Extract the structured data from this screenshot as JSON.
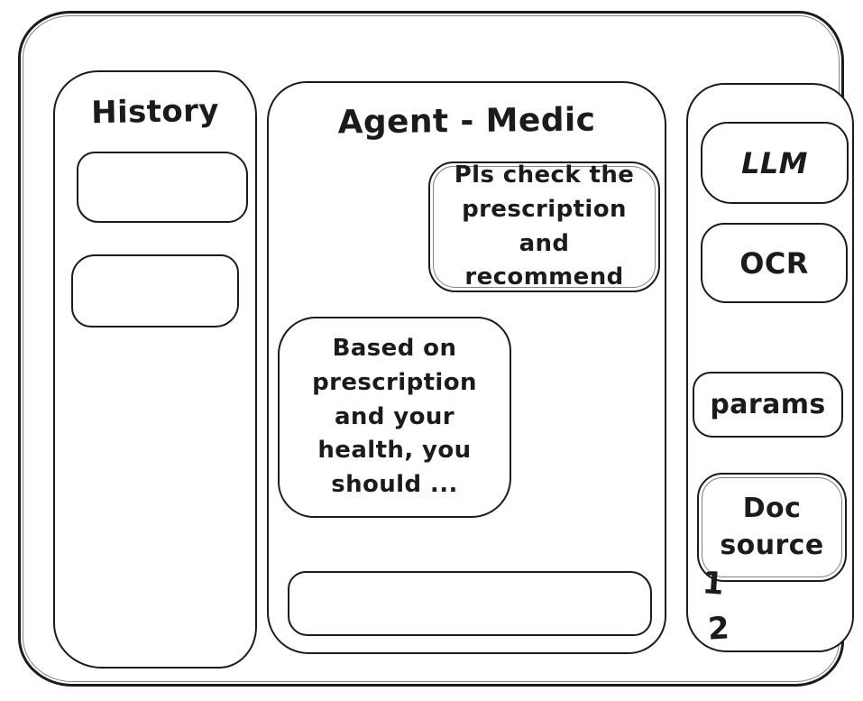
{
  "colors": {
    "ink": "#1b1b1b",
    "background": "#ffffff"
  },
  "history": {
    "title": "History",
    "items": [
      {
        "label": ""
      },
      {
        "label": ""
      }
    ]
  },
  "chat": {
    "title": "Agent - Medic",
    "messages": [
      {
        "role": "user",
        "text": "Pls check the prescription and recommend"
      },
      {
        "role": "agent",
        "text": "Based on prescription and your health, you should ..."
      }
    ],
    "input": {
      "value": "",
      "placeholder": ""
    }
  },
  "tools": {
    "llm_label": "LLM",
    "ocr_label": "OCR",
    "params_label": "params",
    "doc_source_label": "Doc source",
    "doc_list": [
      "1",
      "2"
    ]
  }
}
